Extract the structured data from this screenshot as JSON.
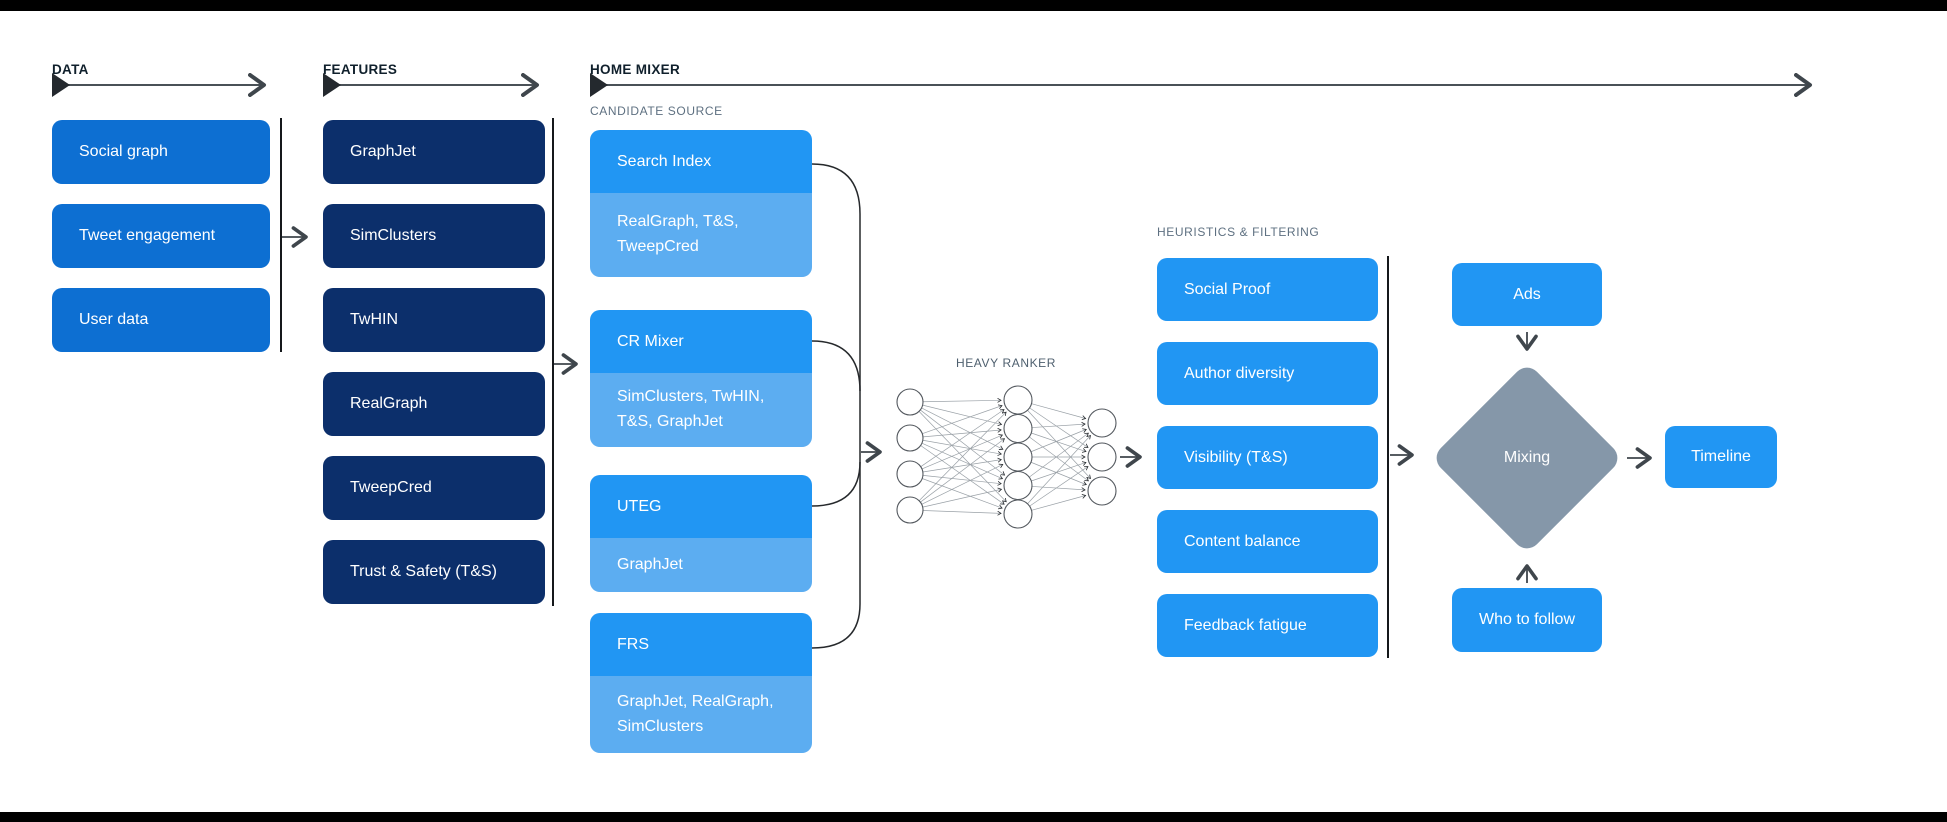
{
  "colors": {
    "box_blue": "#0d6fd2",
    "box_navy": "#0c2f6b",
    "accent_blue": "#2196f3",
    "accent_blue_light": "#5cadf1",
    "diamond_gray": "#8597a9",
    "bar_black": "#000000",
    "heading_dark": "#10202c",
    "label_gray": "#5e7081"
  },
  "sections": [
    {
      "label": "DATA"
    },
    {
      "label": "FEATURES"
    },
    {
      "label": "HOME MIXER"
    }
  ],
  "data_column": {
    "items": [
      "Social graph",
      "Tweet engagement",
      "User data"
    ]
  },
  "features_column": {
    "items": [
      "GraphJet",
      "SimClusters",
      "TwHIN",
      "RealGraph",
      "TweepCred",
      "Trust & Safety (T&S)"
    ]
  },
  "candidate_source": {
    "label": "CANDIDATE SOURCE",
    "items": [
      {
        "name": "Search Index",
        "sources": "RealGraph, T&S, TweepCred"
      },
      {
        "name": "CR Mixer",
        "sources": "SimClusters, TwHIN, T&S, GraphJet"
      },
      {
        "name": "UTEG",
        "sources": "GraphJet"
      },
      {
        "name": "FRS",
        "sources": "GraphJet, RealGraph, SimClusters"
      }
    ]
  },
  "heavy_ranker": {
    "label": "HEAVY RANKER",
    "layers": [
      4,
      5,
      3
    ]
  },
  "heuristics": {
    "label": "HEURISTICS & FILTERING",
    "items": [
      "Social Proof",
      "Author diversity",
      "Visibility (T&S)",
      "Content balance",
      "Feedback fatigue"
    ]
  },
  "mixing_stage": {
    "ads": "Ads",
    "mixing": "Mixing",
    "who_to_follow": "Who to follow",
    "timeline": "Timeline"
  }
}
